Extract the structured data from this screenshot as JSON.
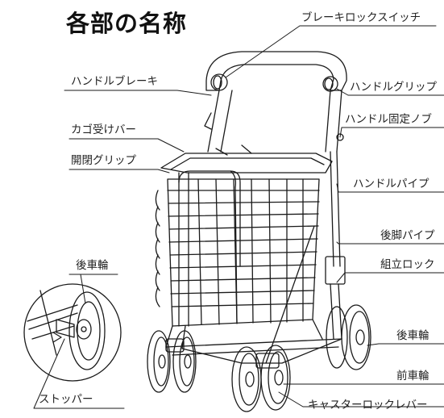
{
  "title": "各部の名称",
  "labels": {
    "brake_lock_switch": "ブレーキロックスイッチ",
    "handle_brake": "ハンドルブレーキ",
    "handle_grip": "ハンドルグリップ",
    "basket_bar": "カゴ受けバー",
    "handle_fix_knob": "ハンドル固定ノブ",
    "open_close_grip": "開閉グリップ",
    "handle_pipe": "ハンドルパイプ",
    "rear_leg_pipe": "後脚パイプ",
    "assembly_lock": "組立ロック",
    "rear_wheel_inset": "後車輪",
    "rear_wheel": "後車輪",
    "front_wheel": "前車輪",
    "stopper": "ストッパー",
    "caster_lock_lever": "キャスターロックレバー"
  },
  "colors": {
    "line": "#1a1a1a",
    "background": "#ffffff"
  }
}
